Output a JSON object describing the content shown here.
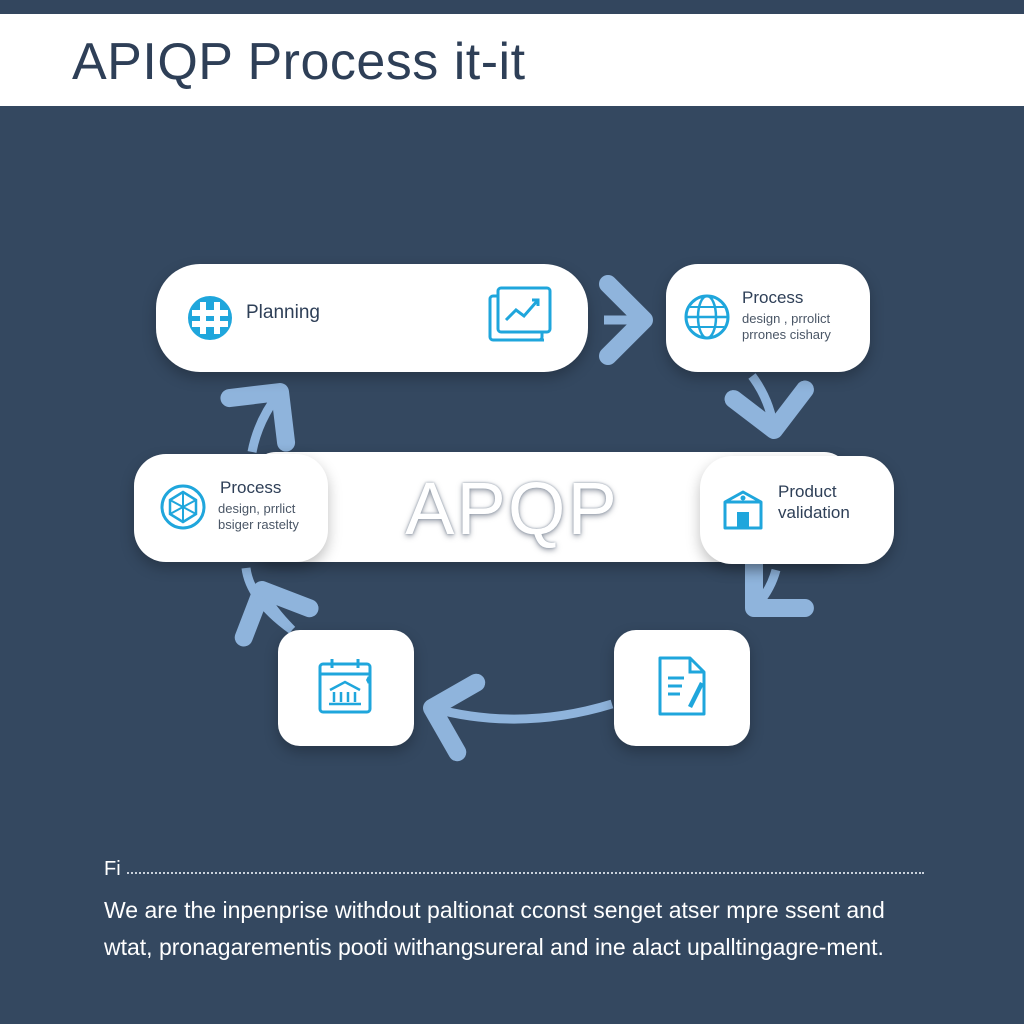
{
  "title": "APIQP Process it-it",
  "center_label": "APQP",
  "nodes": {
    "planning": {
      "label": "Planning"
    },
    "process_top": {
      "label": "Process",
      "sub_line1": "design , prrolict",
      "sub_line2": "prrones cishary"
    },
    "process_left": {
      "label": "Process",
      "sub_line1": "design, prrlict",
      "sub_line2": "bsiger rastelty"
    },
    "product_validation": {
      "label_line1": "Product",
      "label_line2": "validation"
    }
  },
  "footer": {
    "label": "Fi",
    "line1": "We are the inpenprise withdout paltionat cconst senget atser mpre ssent and",
    "line2": "wtat, pronagarementis pooti withangsureral and ine alact upalltingagre-ment."
  },
  "colors": {
    "background": "#344860",
    "accent_icon": "#1fa6dc",
    "arrow": "#8fb4dc",
    "title_text": "#2e3f57"
  },
  "icons": [
    "globe-grid-icon",
    "chart-documents-icon",
    "globe-icon",
    "globe-network-icon",
    "box-icon",
    "calendar-building-icon",
    "document-edit-icon"
  ]
}
